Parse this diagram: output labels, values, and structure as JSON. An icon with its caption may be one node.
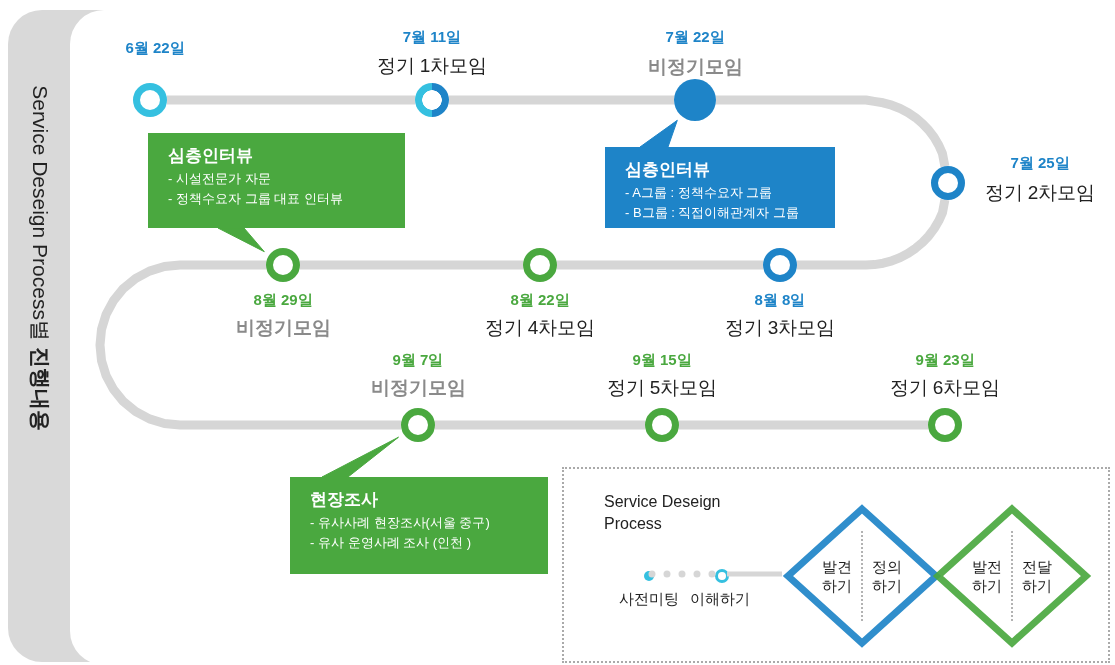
{
  "diagram": {
    "title": "Service Deseign Process별 **진행내용**",
    "nodes": [
      {
        "text": [],
        "shape": "circle",
        "beside": [
          "6월 22일"
        ]
      },
      {
        "text": [],
        "shape": "circle",
        "beside": [
          "7월 11일",
          "정기 1차모임"
        ]
      },
      {
        "text": [],
        "shape": "circle",
        "beside": [
          "7월 22일",
          "비정기모임"
        ]
      },
      {
        "text": [],
        "shape": "circle",
        "beside": [
          "7월 25일",
          "정기 2차모임"
        ]
      },
      {
        "text": [],
        "shape": "circle",
        "beside": [
          "8월 8일",
          "정기 3차모임"
        ]
      },
      {
        "text": [],
        "shape": "circle",
        "beside": [
          "8월 22일",
          "정기 4차모임"
        ]
      },
      {
        "text": [],
        "shape": "circle",
        "beside": [
          "8월 29일",
          "비정기모임"
        ]
      },
      {
        "text": [],
        "shape": "circle",
        "beside": [
          "9월 7일",
          "비정기모임"
        ]
      },
      {
        "text": [],
        "shape": "circle",
        "beside": [
          "9월 15일",
          "정기 5차모임"
        ]
      },
      {
        "text": [],
        "shape": "circle",
        "beside": [
          "9월 23일",
          "정기 6차모임"
        ]
      },
      {
        "text": [
          "심층인터뷰",
          "- 시설전문가 자문",
          "- 정책수요자 그룹 대표 인터뷰"
        ]
      },
      {
        "text": [
          "심층인터뷰",
          "- A그룹 : 정책수요자 그룹",
          "- B그룹 : 직접이해관계자 그룹"
        ]
      },
      {
        "text": [
          "현장조사",
          "- 유사사례 현장조사(서울 중구)",
          "- 유사 운영사례 조사 (인천 )"
        ]
      },
      {
        "text": [
          "Service Deseign Process"
        ]
      },
      {
        "text": [],
        "shape": "circle",
        "in": 13,
        "beside": [
          "사전미팅"
        ]
      },
      {
        "text": [],
        "shape": "circle",
        "in": 13,
        "beside": [
          "이해하기"
        ]
      },
      {
        "text": [
          "발견 하기",
          "정의 하기"
        ],
        "in": 13
      },
      {
        "text": [
          "발전 하기",
          "전달 하기"
        ],
        "in": 13
      }
    ],
    "edges": [
      {
        "from": 0,
        "to": 1,
        "arrow": "none"
      },
      {
        "from": 1,
        "to": 2,
        "arrow": "none"
      },
      {
        "from": 2,
        "to": 3,
        "arrow": "none"
      },
      {
        "from": 3,
        "to": 4,
        "arrow": "none"
      },
      {
        "from": 4,
        "to": 5,
        "arrow": "none"
      },
      {
        "from": 5,
        "to": 6,
        "arrow": "none"
      },
      {
        "from": 6,
        "to": 7,
        "arrow": "none"
      },
      {
        "from": 7,
        "to": 8,
        "arrow": "none"
      },
      {
        "from": 8,
        "to": 9,
        "arrow": "none"
      },
      {
        "from": 10,
        "to": 6,
        "arrow": "to",
        "color": "#4aa83f"
      },
      {
        "from": 11,
        "to": 2,
        "arrow": "to",
        "color": "#1e84c8"
      },
      {
        "from": 12,
        "to": 7,
        "arrow": "to",
        "color": "#4aa83f"
      },
      {
        "from": 14,
        "to": 15,
        "arrow": "none",
        "style": "dashed"
      },
      {
        "from": 15,
        "to": 16,
        "arrow": "none"
      }
    ]
  }
}
